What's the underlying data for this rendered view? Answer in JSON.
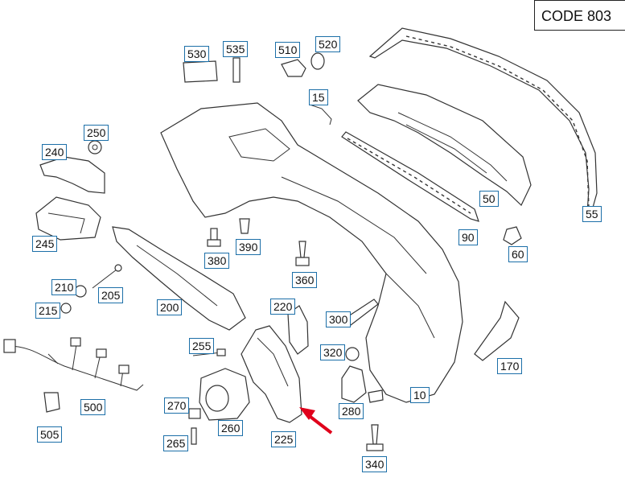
{
  "code_label": "CODE 803",
  "callouts": {
    "c530": "530",
    "c535": "535",
    "c510": "510",
    "c520": "520",
    "c15": "15",
    "c250": "250",
    "c240": "240",
    "c245": "245",
    "c380": "380",
    "c390": "390",
    "c360": "360",
    "c210": "210",
    "c215": "215",
    "c205": "205",
    "c200": "200",
    "c220": "220",
    "c300": "300",
    "c320": "320",
    "c255": "255",
    "c270": "270",
    "c260": "260",
    "c265": "265",
    "c225": "225",
    "c280": "280",
    "c340": "340",
    "c10": "10",
    "c170": "170",
    "c50": "50",
    "c90": "90",
    "c60": "60",
    "c55": "55",
    "c500": "500",
    "c505": "505"
  },
  "colors": {
    "arrow": "#e0001b",
    "callout_border": "#1c6fa8",
    "line": "#333333"
  }
}
